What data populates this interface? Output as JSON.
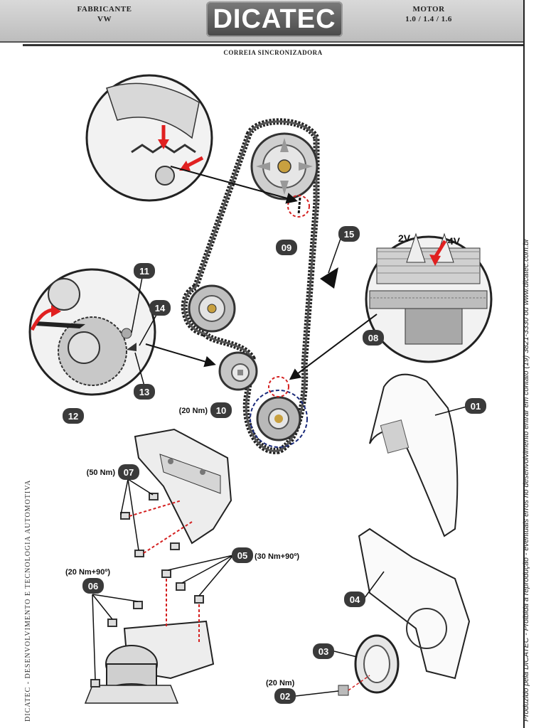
{
  "header": {
    "manufacturer_label": "FABRICANTE",
    "manufacturer_value": "VW",
    "logo": "DICATEC",
    "engine_label": "MOTOR",
    "engine_value": "1.0 / 1.4 / 1.6",
    "section": "CORREIA SINCRONIZADORA"
  },
  "side_text_left": "DICATEC - DESENVOLVIMENTO E TECNOLOGIA AUTOMOTIVA",
  "side_text_right": "Produzido pela DICATEC - Proibida a reprodução - eventuais erros no desenvolvimento entrar em contato (19) 3821-3330 ou www.dicatec.com.br",
  "callouts": {
    "c01": "01",
    "c02": "02",
    "c03": "03",
    "c04": "04",
    "c05": "05",
    "c06": "06",
    "c07": "07",
    "c08": "08",
    "c09": "09",
    "c10": "10",
    "c11": "11",
    "c12": "12",
    "c13": "13",
    "c14": "14",
    "c15": "15"
  },
  "torques": {
    "t02": "(20 Nm)",
    "t05": "(30 Nm+90º)",
    "t06": "(20 Nm+90º)",
    "t07": "(50 Nm)",
    "t10": "(20 Nm)"
  },
  "detail_marks": {
    "v2": "2V",
    "v4": "4V"
  },
  "colors": {
    "arrow_red": "#e02020",
    "badge": "#3a3a3a",
    "mark_red": "#d42020",
    "mark_blue": "#1a2a7a"
  }
}
